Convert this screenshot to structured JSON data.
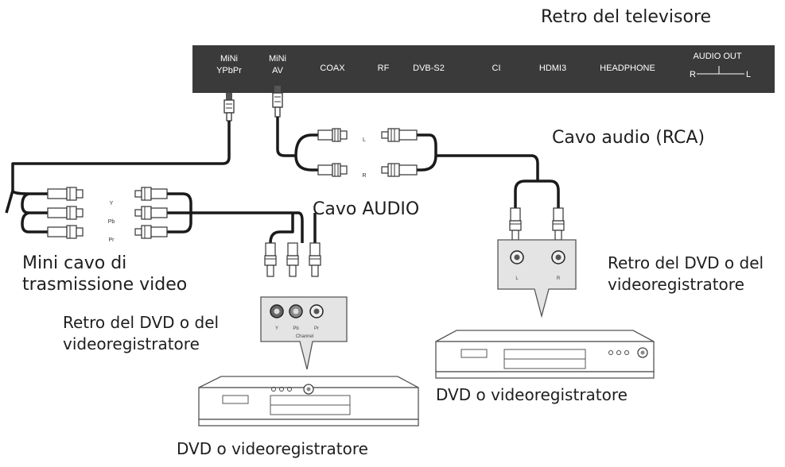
{
  "title": "Retro del televisore",
  "tv_panel": {
    "ports": [
      {
        "line1": "MiNi",
        "line2": "YPbPr"
      },
      {
        "line1": "MiNi",
        "line2": "AV"
      },
      {
        "line1": "COAX",
        "line2": ""
      },
      {
        "line1": "RF",
        "line2": ""
      },
      {
        "line1": "DVB-S2",
        "line2": ""
      },
      {
        "line1": "CI",
        "line2": ""
      },
      {
        "line1": "HDMI3",
        "line2": ""
      },
      {
        "line1": "HEADPHONE",
        "line2": ""
      }
    ],
    "audio_out": {
      "label": "AUDIO OUT",
      "left": "R",
      "right": "L"
    }
  },
  "cables": {
    "audio_rca": "Cavo audio (RCA)",
    "audio": "Cavo AUDIO",
    "mini_video_line1": "Mini cavo di",
    "mini_video_line2": "trasmissione video",
    "audio_pins": {
      "l": "L",
      "r": "R"
    },
    "component_pins": {
      "y": "Y",
      "pb": "Pb",
      "pr": "Pr"
    }
  },
  "dvd_left": {
    "rear_line1": "Retro del DVD o del",
    "rear_line2": "videoregistratore",
    "jacks": {
      "y": "Y",
      "pb": "Pb",
      "pr": "Pr"
    },
    "jack_caption": "Channel",
    "device": "DVD o videoregistratore"
  },
  "dvd_right": {
    "rear_line1": "Retro del DVD o del",
    "rear_line2": "videoregistratore",
    "jacks": {
      "l": "L",
      "r": "R"
    },
    "device": "DVD o videoregistratore"
  }
}
